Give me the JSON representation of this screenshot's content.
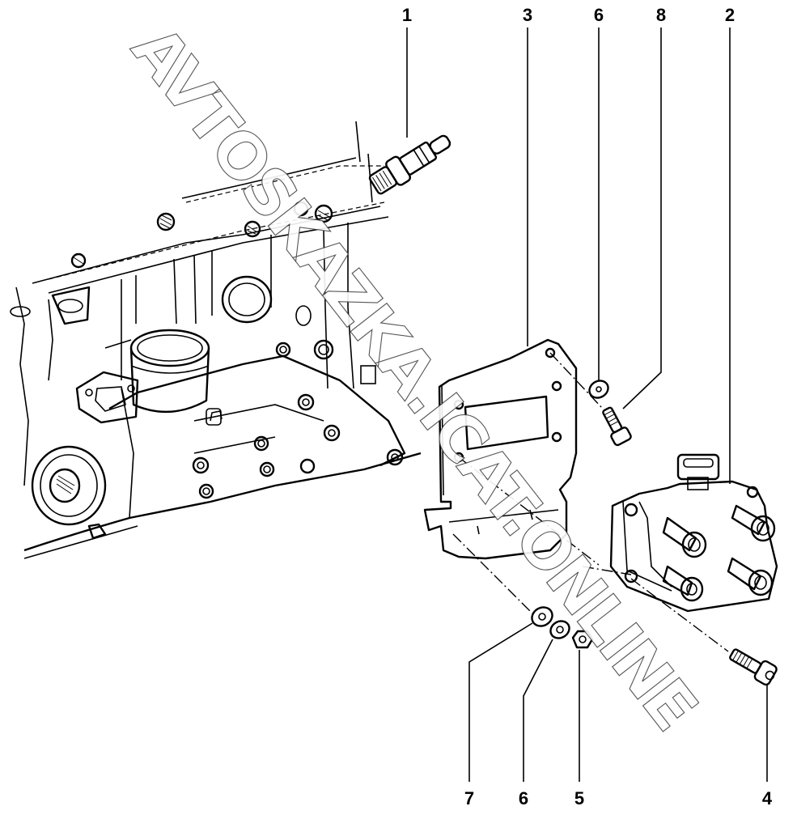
{
  "diagram": {
    "type": "exploded parts diagram",
    "colors": {
      "line": "#000000",
      "background": "#ffffff",
      "watermark_outline": "#444444"
    },
    "callouts": [
      {
        "id": "1",
        "label": "1",
        "part": "spark-plug"
      },
      {
        "id": "3",
        "label": "3",
        "part": "mounting-bracket"
      },
      {
        "id": "6a",
        "label": "6",
        "part": "washer-upper"
      },
      {
        "id": "8",
        "label": "8",
        "part": "hex-bolt"
      },
      {
        "id": "2",
        "label": "2",
        "part": "ignition-coil"
      },
      {
        "id": "7",
        "label": "7",
        "part": "flat-washer"
      },
      {
        "id": "6b",
        "label": "6",
        "part": "washer-lower"
      },
      {
        "id": "5",
        "label": "5",
        "part": "nut"
      },
      {
        "id": "4",
        "label": "4",
        "part": "socket-head-bolt"
      }
    ],
    "watermark": "AVTOSKAZKA.ICAT.ONLINE"
  }
}
